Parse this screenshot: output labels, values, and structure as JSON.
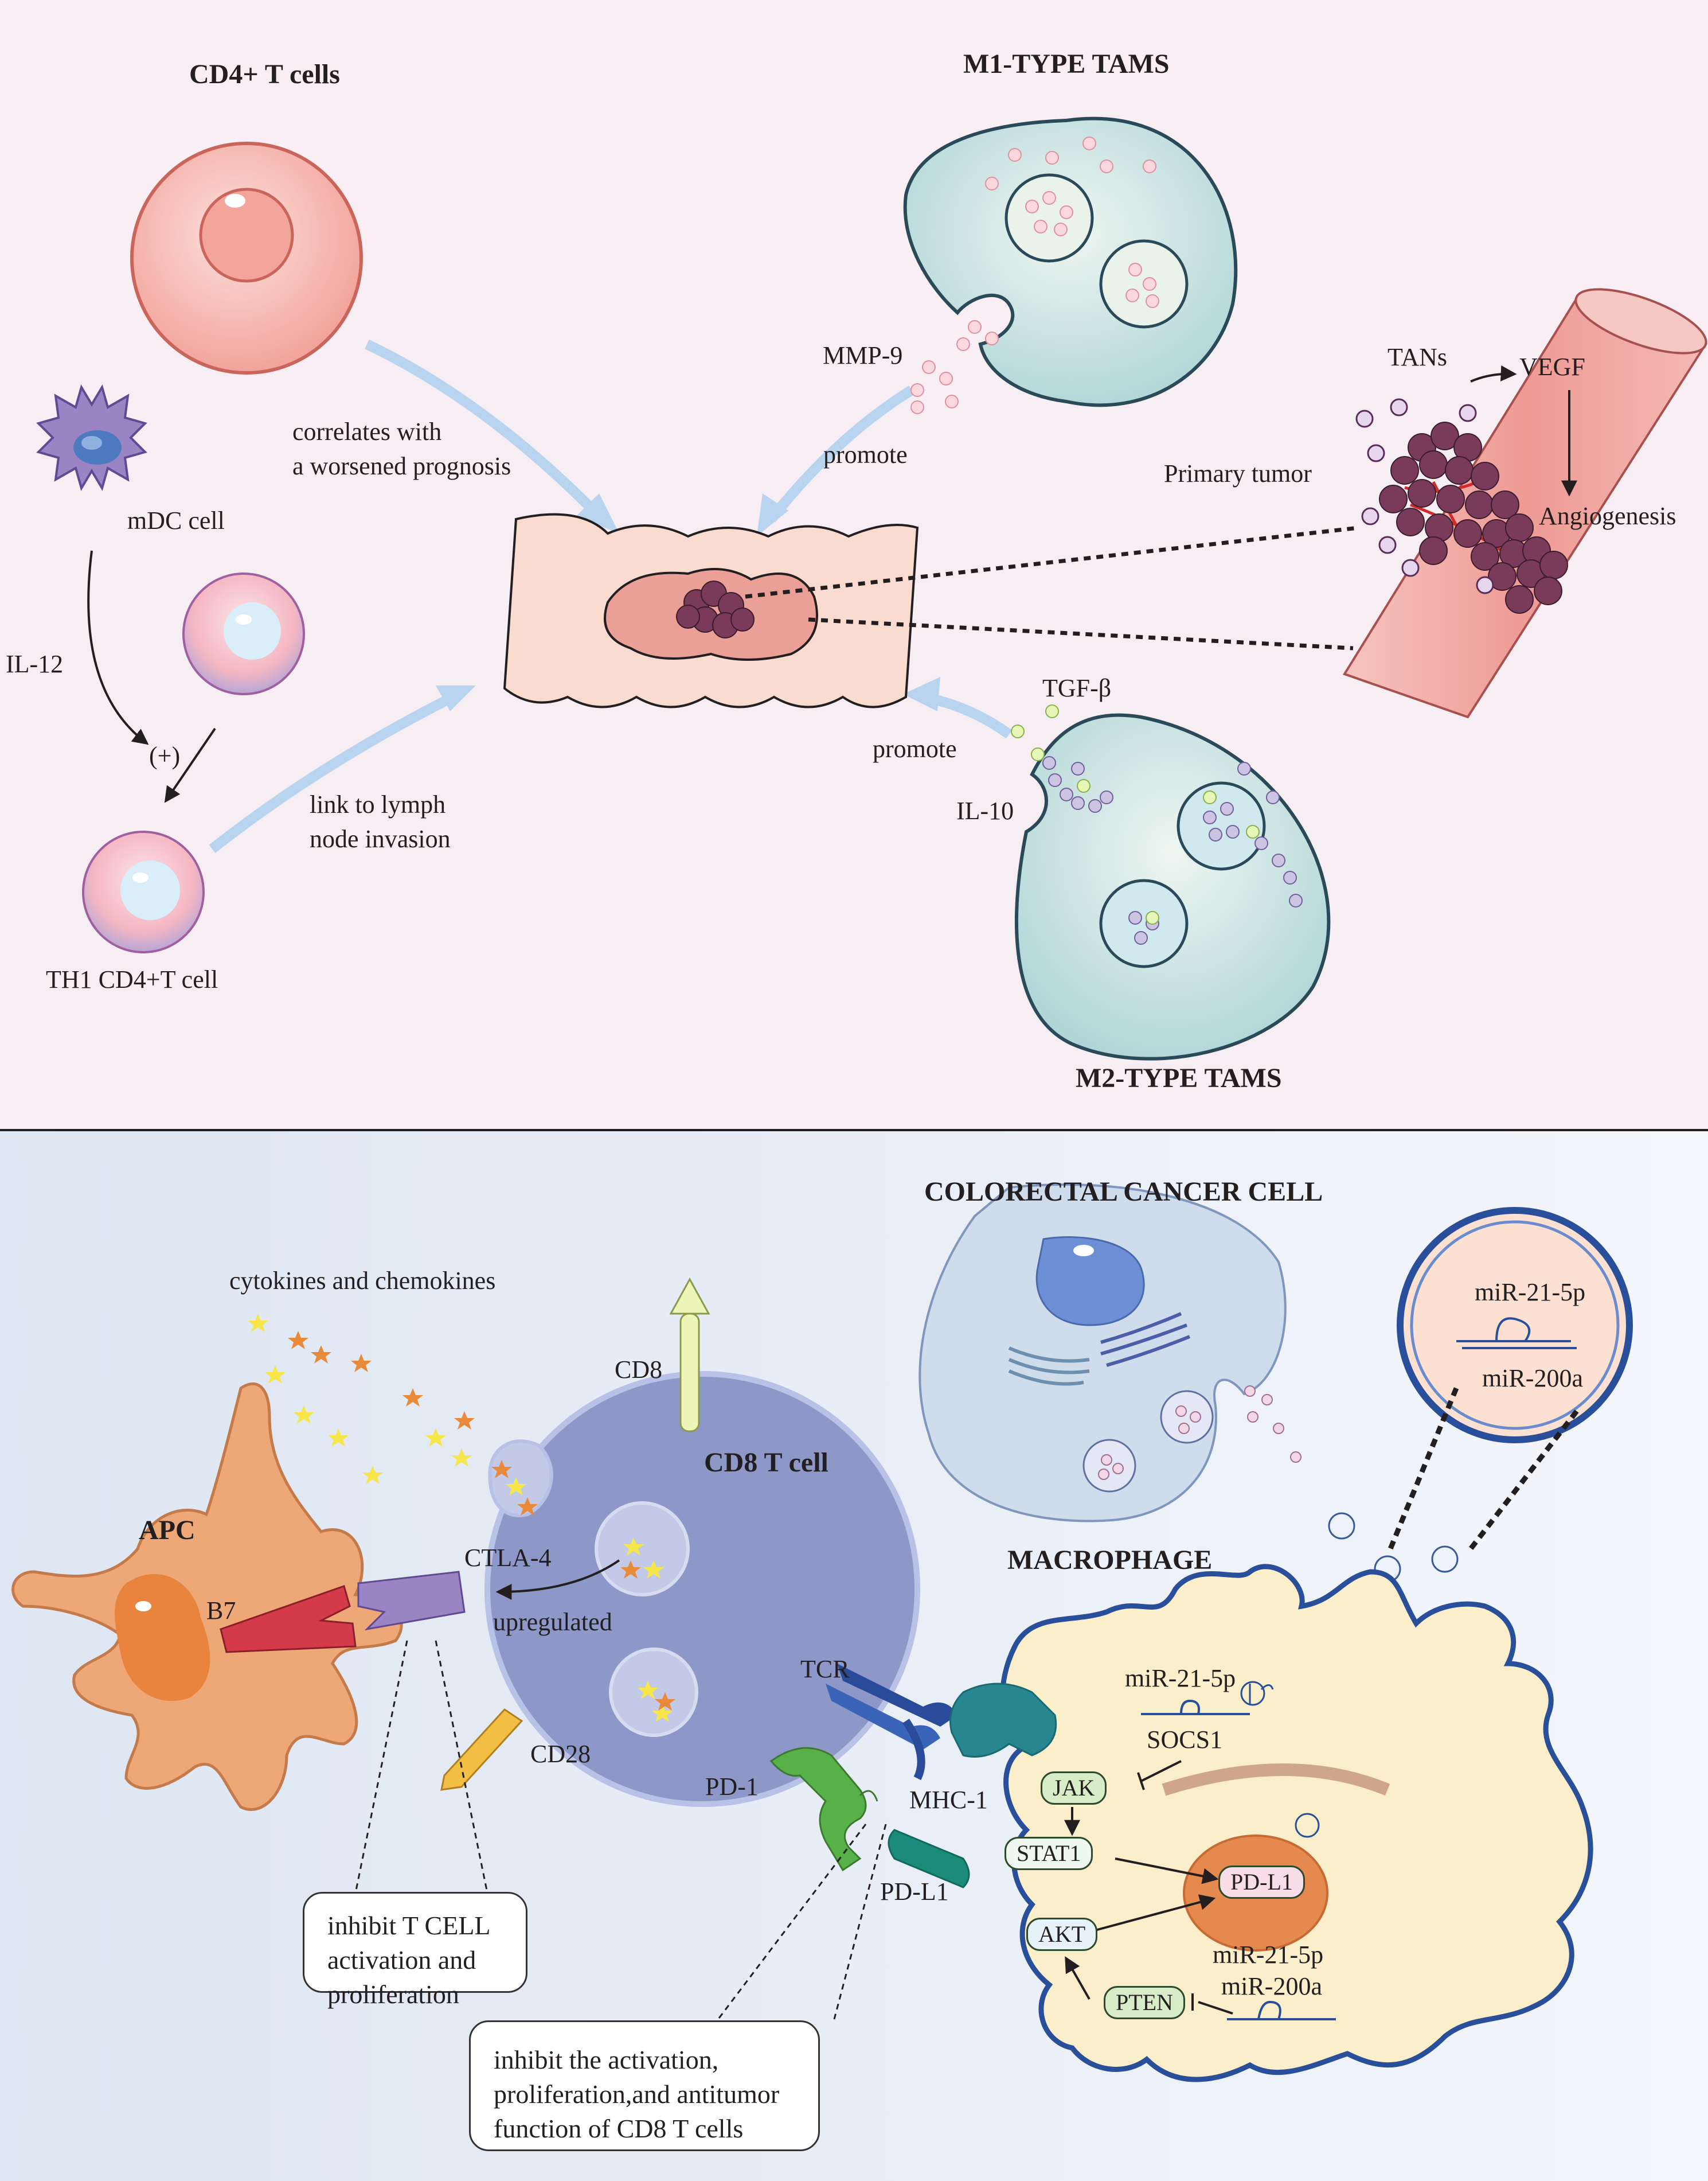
{
  "colors": {
    "top_bg": "#f7eef4",
    "bottom_bg": "#dfe7f3",
    "arrow_blue": "#b8d4ee",
    "macrophage_fill": "#fbeecb",
    "macrophage_stroke": "#2a4f9a",
    "cd8_fill": "#8e98c8",
    "apc_fill": "#eea777",
    "tam_fill": "#d6ece6",
    "vessel_fill": "#f2a6a2",
    "tumor_fill": "#6e3550"
  },
  "top": {
    "cd4_title": "CD4+ T cells",
    "m1_title": "M1-TYPE TAMS",
    "m2_title": "M2-TYPE TAMS",
    "correlates_line1": "correlates with",
    "correlates_line2": "a worsened prognosis",
    "mdc_label": "mDC cell",
    "il12_label": "IL-12",
    "plus_label": "(+)",
    "th1_label": "TH1 CD4+T cell",
    "link_line1": "link to lymph",
    "link_line2": "node invasion",
    "mmp9_label": "MMP-9",
    "promote_top": "promote",
    "promote_bottom": "promote",
    "tgf_label": "TGF-β",
    "il10_label": "IL-10",
    "primary_tumor": "Primary tumor",
    "tans": "TANs",
    "vegf": "VEGF",
    "angiogenesis": "Angiogenesis"
  },
  "bottom": {
    "crc_title": "COLORECTAL CANCER CELL",
    "cytokines": "cytokines and chemokines",
    "cd8_marker": "CD8",
    "cd8_title": "CD8 T cell",
    "apc_title": "APC",
    "b7": "B7",
    "ctla4": "CTLA-4",
    "upregulated": "upregulated",
    "cd28": "CD28",
    "tcr": "TCR",
    "pd1": "PD-1",
    "mhc1": "MHC-1",
    "pdl1_ligand": "PD-L1",
    "macrophage_title": "MACROPHAGE",
    "mir_bubble_1": "miR-21-5p",
    "mir_bubble_2": "miR-200a",
    "mir21_upper": "miR-21-5p",
    "socs1": "SOCS1",
    "jak": "JAK",
    "stat1": "STAT1",
    "pdl1_pill": "PD-L1",
    "akt": "AKT",
    "mir21_lower": "miR-21-5p",
    "mir200a_lower": "miR-200a",
    "pten": "PTEN",
    "box_tcell_1": "inhibit T CELL",
    "box_tcell_2": "activation and",
    "box_tcell_3": "proliferation",
    "box_cd8_1": "inhibit the activation,",
    "box_cd8_2": "proliferation,and antitumor",
    "box_cd8_3": "function of CD8 T cells"
  }
}
